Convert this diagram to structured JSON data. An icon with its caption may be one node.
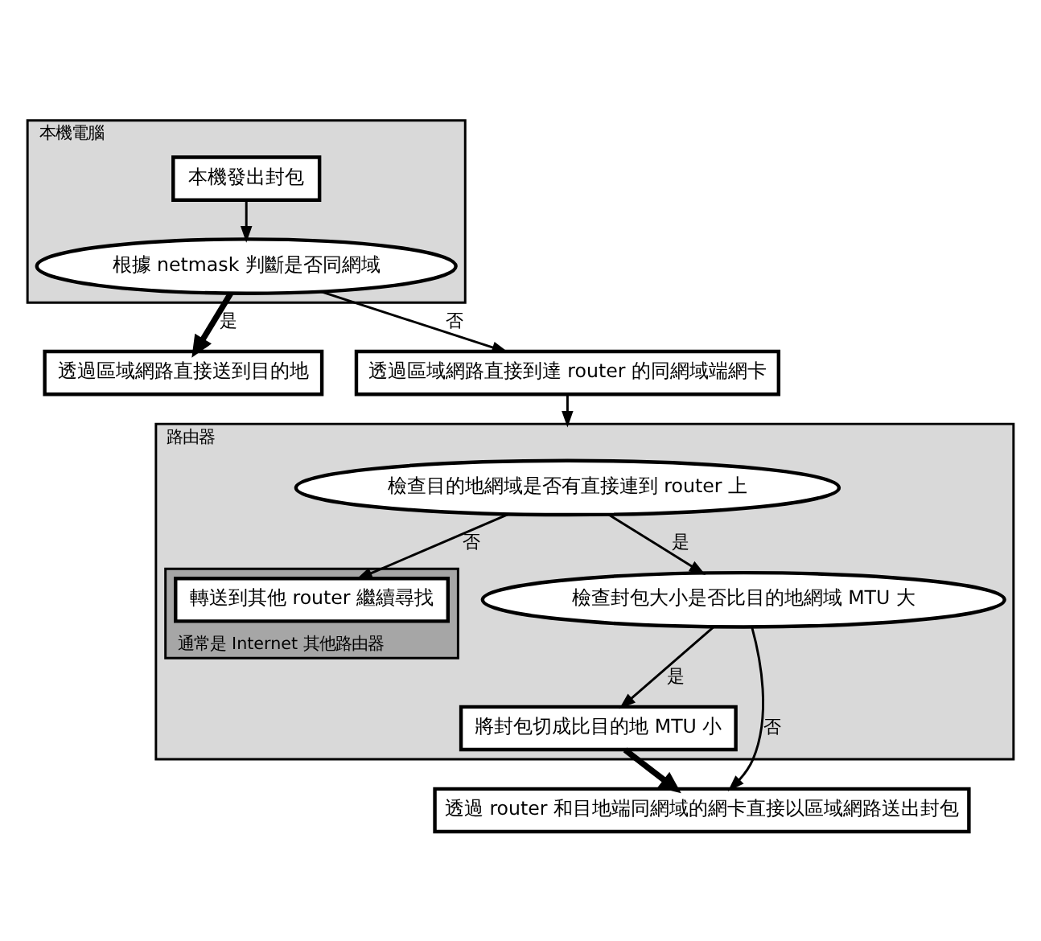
{
  "diagram": {
    "nodes": [
      {
        "text": [
          "本機電腦"
        ]
      },
      {
        "text": [
          "本機發出封包"
        ],
        "in": 0
      },
      {
        "text": [
          "根據 netmask 判斷是否同網域"
        ],
        "in": 0
      },
      {
        "text": [
          "透過區域網路直接送到目的地"
        ]
      },
      {
        "text": [
          "透過區域網路直接到達 router 的同網域端網卡"
        ]
      },
      {
        "text": [
          "路由器"
        ]
      },
      {
        "text": [
          "檢查目的地網域是否有直接連到 router 上"
        ],
        "in": 5
      },
      {
        "text": [
          "通常是 Internet 其他路由器"
        ],
        "in": 5
      },
      {
        "text": [
          "轉送到其他 router 繼續尋找"
        ],
        "in": 7
      },
      {
        "text": [
          "檢查封包大小是否比目的地網域 MTU 大"
        ],
        "in": 5
      },
      {
        "text": [
          "將封包切成比目的地 MTU 小"
        ],
        "in": 5
      },
      {
        "text": [
          "透過 router 和目地端同網域的網卡直接以區域網路送出封包"
        ]
      }
    ],
    "edges": [
      {
        "from": 1,
        "to": 2,
        "arrow": "to"
      },
      {
        "from": 2,
        "to": 3,
        "arrow": "to",
        "label": "是",
        "style": "thick"
      },
      {
        "from": 2,
        "to": 4,
        "arrow": "to",
        "label": "否"
      },
      {
        "from": 4,
        "to": 5,
        "arrow": "to"
      },
      {
        "from": 6,
        "to": 8,
        "arrow": "to",
        "label": "否"
      },
      {
        "from": 6,
        "to": 9,
        "arrow": "to",
        "label": "是"
      },
      {
        "from": 9,
        "to": 10,
        "arrow": "to",
        "label": "是"
      },
      {
        "from": 9,
        "to": 11,
        "arrow": "to",
        "label": "否"
      },
      {
        "from": 10,
        "to": 11,
        "arrow": "to",
        "style": "thick"
      }
    ]
  }
}
